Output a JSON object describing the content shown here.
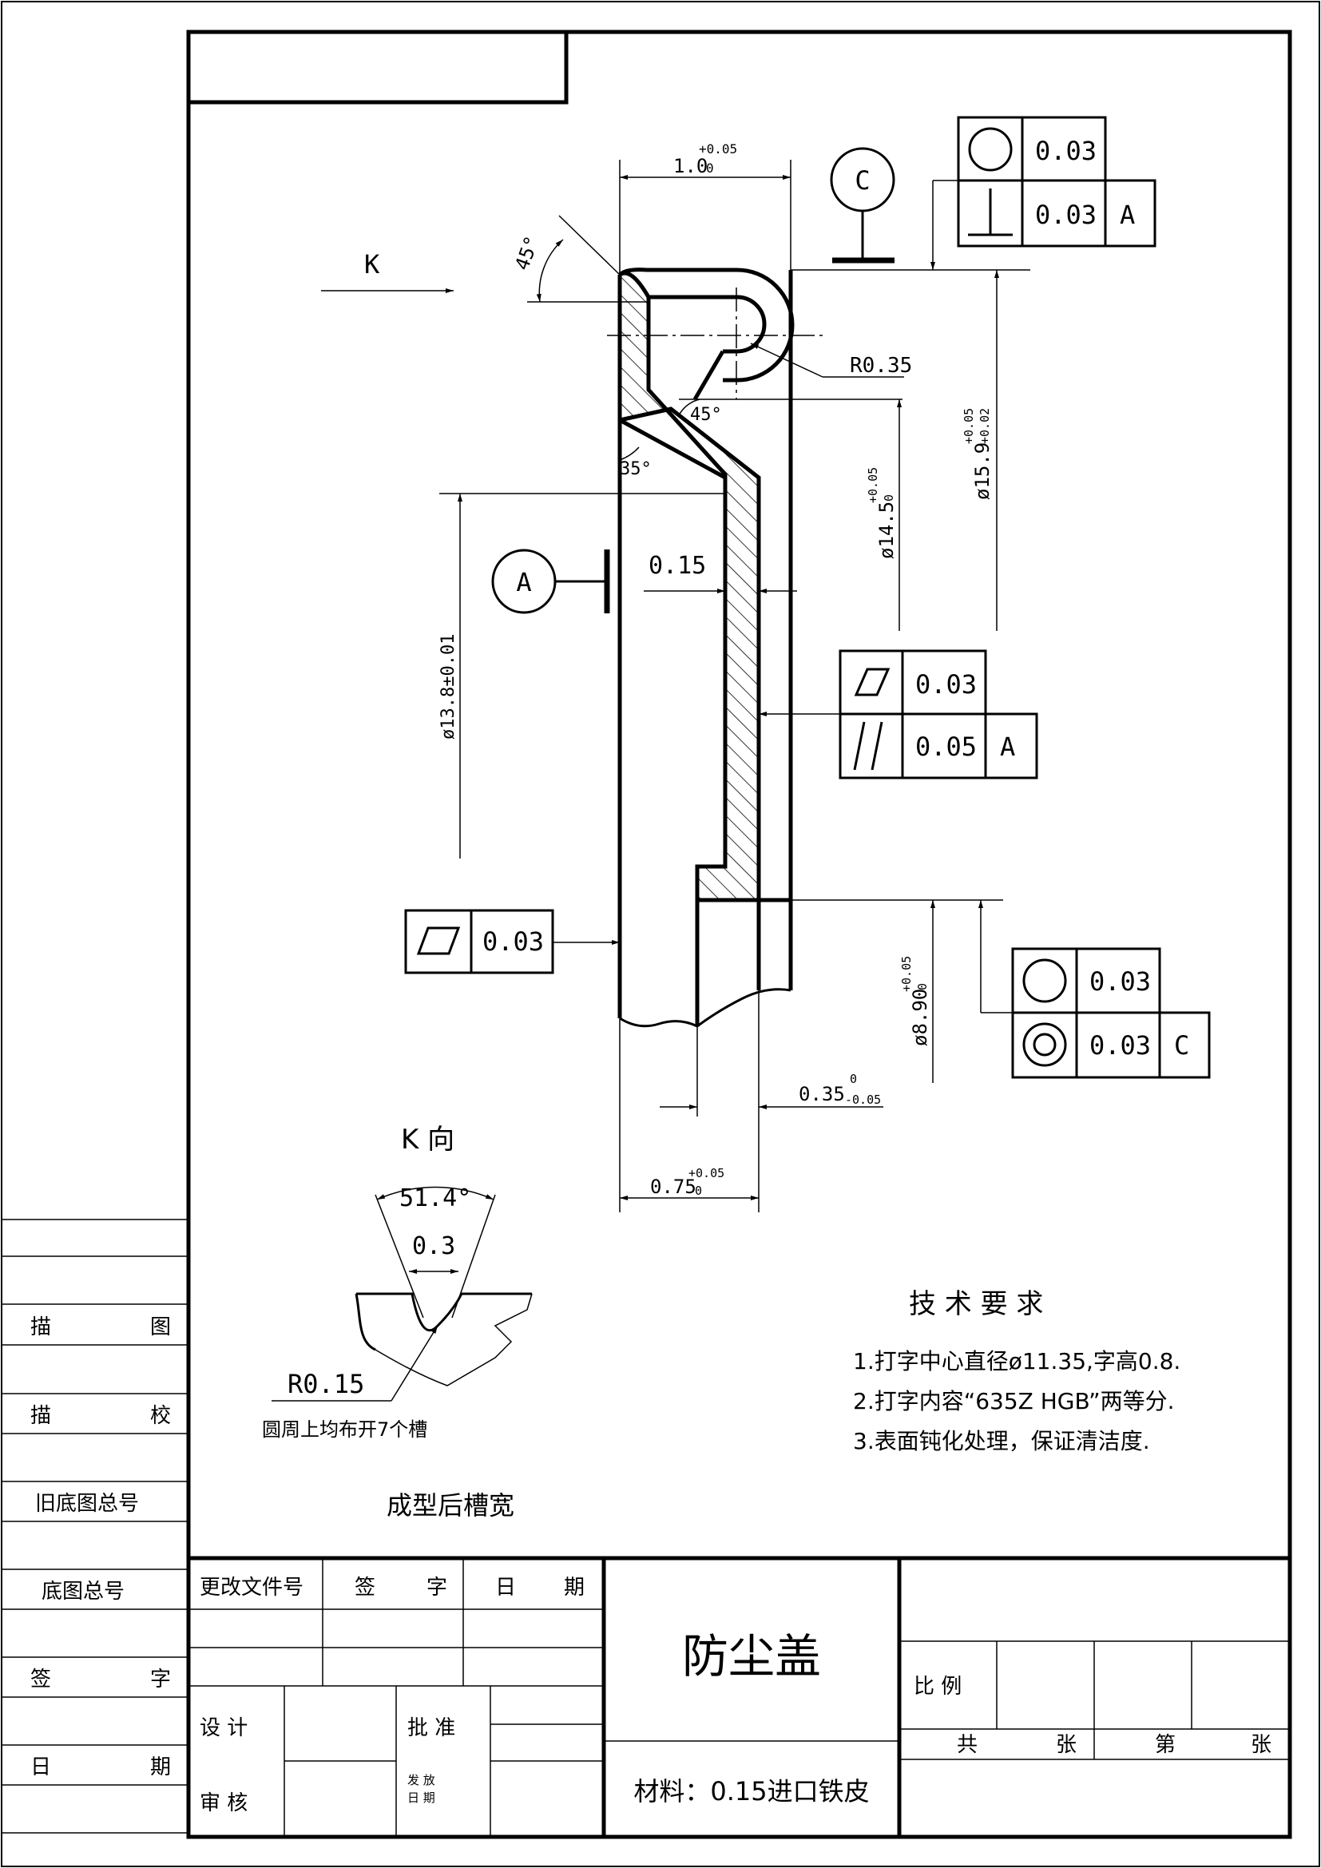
{
  "title_block": {
    "part_name": "防尘盖",
    "material": "材料：0.15进口铁皮",
    "change_doc_no": "更改文件号",
    "signature": "签",
    "signature_2": "字",
    "date": "日",
    "date_2": "期",
    "design": "设 计",
    "review": "审 核",
    "approve": "批 准",
    "issue_date_1": "发 放",
    "issue_date_2": "日 期",
    "scale": "比 例",
    "total": "共",
    "sheets_1": "张",
    "sheet_no": "第",
    "sheets_2": "张"
  },
  "side_block": {
    "trace": "描",
    "trace_2": "图",
    "trace_check": "描",
    "trace_check_2": "校",
    "old_base_no": "旧底图总号",
    "base_no": "底图总号",
    "sign": "签",
    "sign_2": "字",
    "date": "日",
    "date_2": "期"
  },
  "dimensions": {
    "width_top": "1.0",
    "width_top_tol_upper": "+0.05",
    "width_top_tol_lower": "0",
    "angle_45_top": "45°",
    "angle_45_inner": "45°",
    "angle_35": "35°",
    "radius": "R0.35",
    "dia_15_9": "ø15.9",
    "dia_15_9_tol_upper": "+0.05",
    "dia_15_9_tol_lower": "+0.02",
    "dia_14_5": "ø14.5",
    "dia_14_5_tol_upper": "+0.05",
    "dia_14_5_tol_lower": "0",
    "dia_13_8": "ø13.8±0.01",
    "thickness": "0.15",
    "dia_8_9": "ø8.90",
    "dia_8_9_tol_upper": "+0.05",
    "dia_8_9_tol_lower": "0",
    "step": "0.35",
    "step_tol_upper": "0",
    "step_tol_lower": "-0.05",
    "width_bottom": "0.75",
    "width_bottom_tol_upper": "+0.05",
    "width_bottom_tol_lower": "0"
  },
  "view_k": {
    "arrow_label": "K",
    "title": "K 向",
    "angle": "51.4°",
    "slot_width": "0.3",
    "radius": "R0.15",
    "note": "圆周上均布开7个槽",
    "caption": "成型后槽宽"
  },
  "datums": {
    "a": "A",
    "c": "C"
  },
  "tolerance_frames": {
    "top_roundness": "0.03",
    "top_perp": "0.03",
    "top_perp_datum": "A",
    "mid_flatness": "0.03",
    "mid_parallel": "0.05",
    "mid_parallel_datum": "A",
    "left_flatness": "0.03",
    "bottom_roundness": "0.03",
    "bottom_concentric": "0.03",
    "bottom_concentric_datum": "C"
  },
  "technical_requirements": {
    "heading": "技 术 要 求",
    "items": [
      "1.打字中心直径ø11.35,字高0.8.",
      "2.打字内容“635Z HGB”两等分.",
      "3.表面钝化处理，保证清洁度."
    ]
  }
}
